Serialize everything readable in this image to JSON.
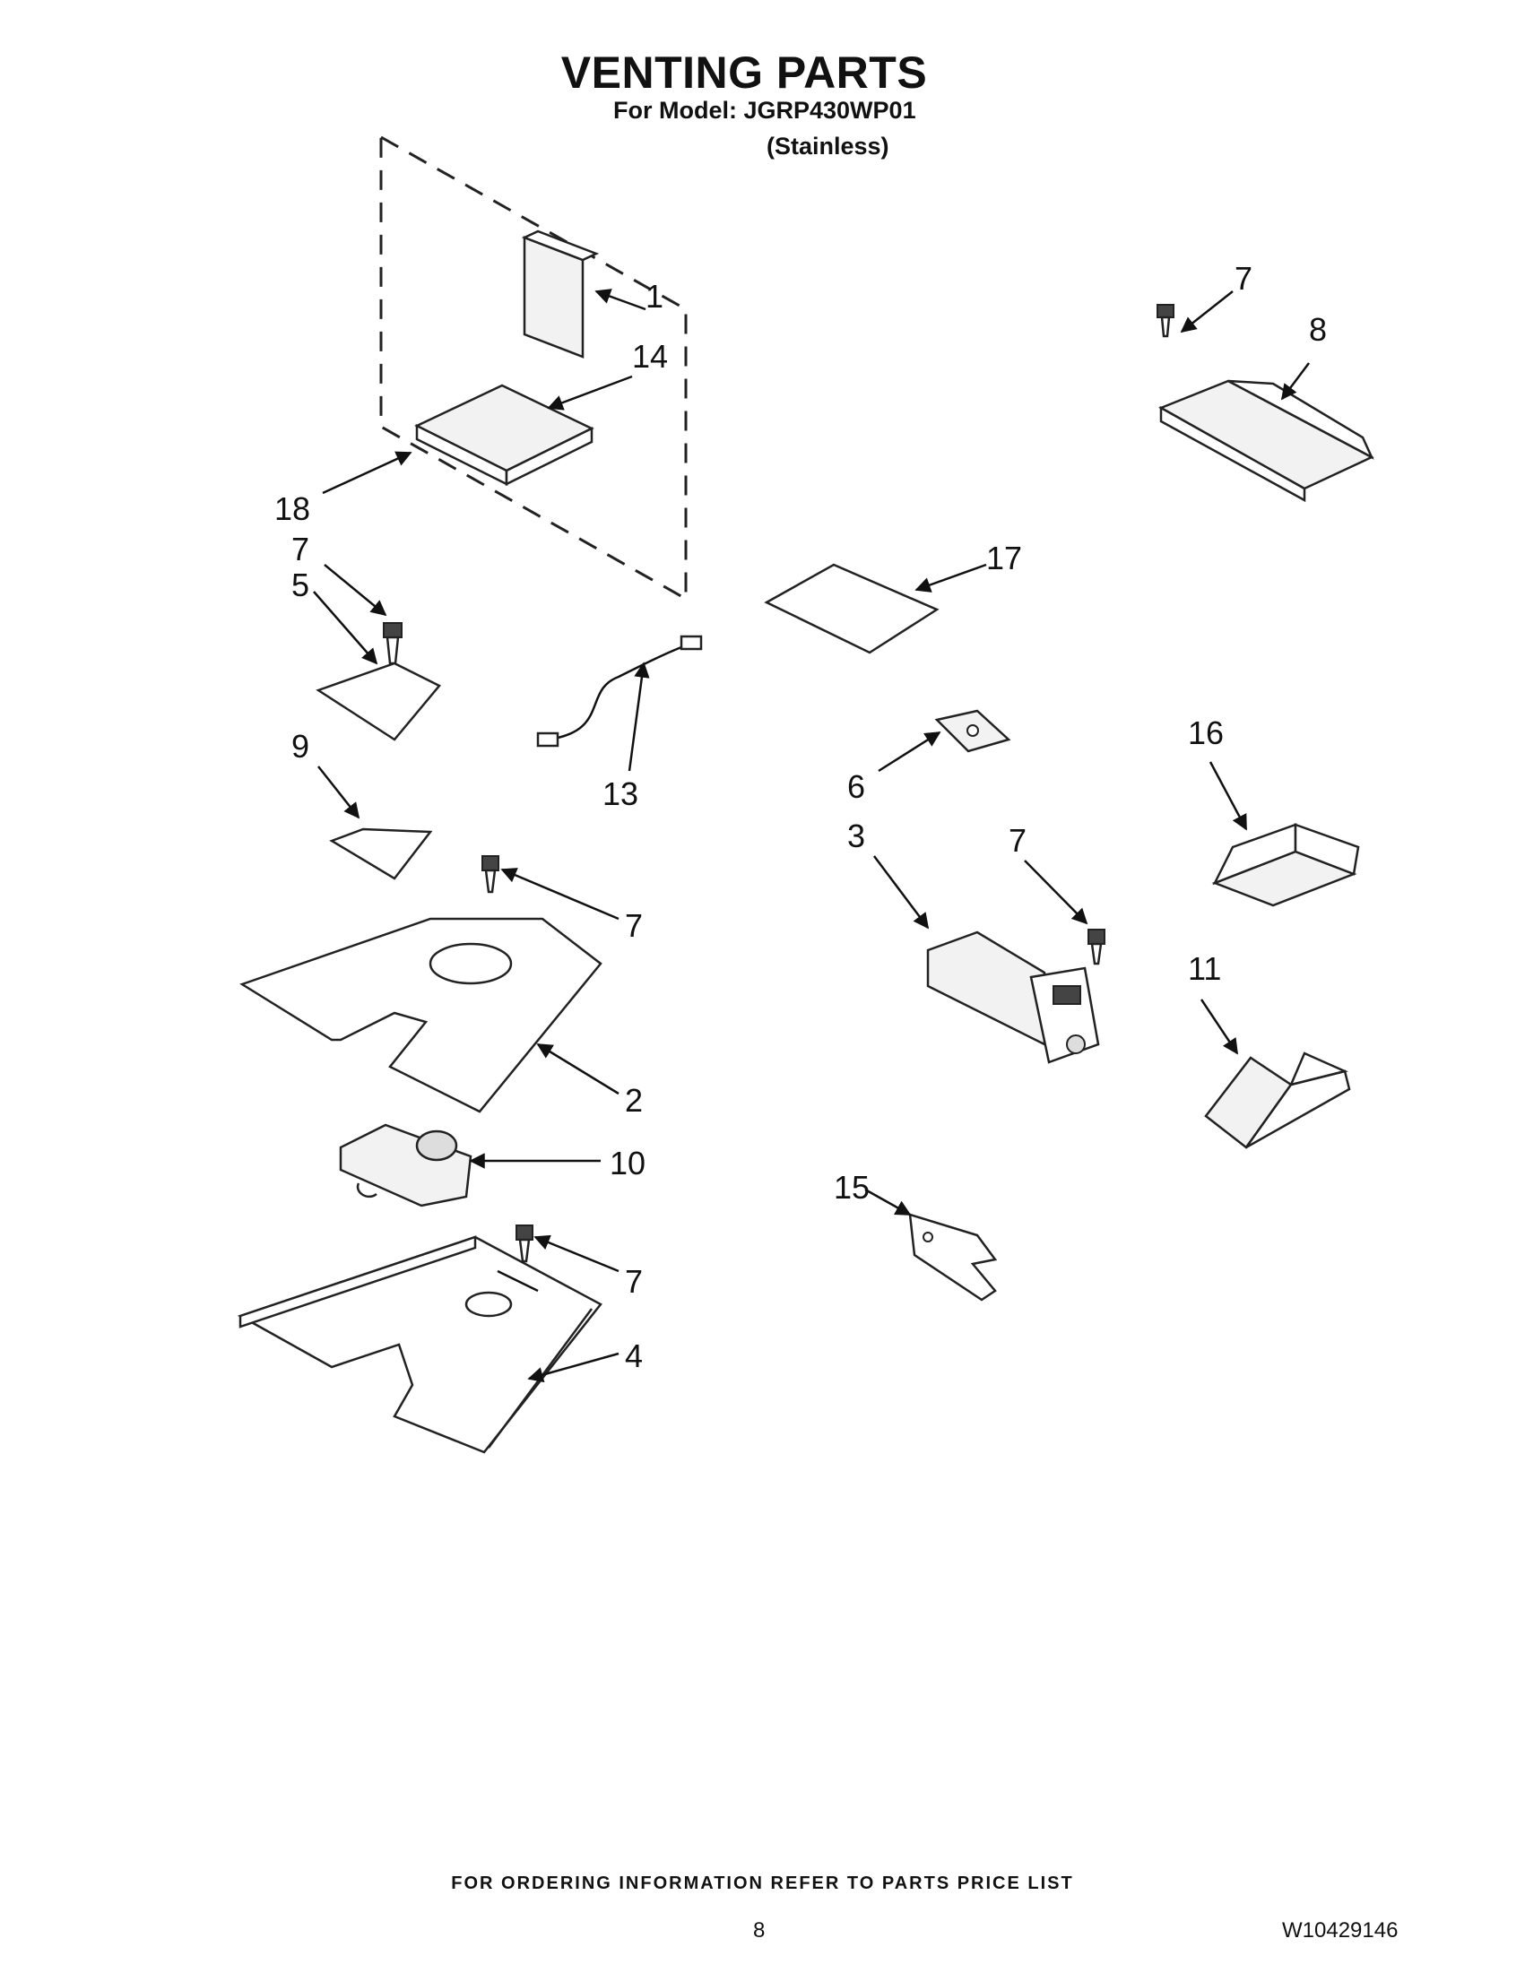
{
  "header": {
    "title": "VENTING PARTS",
    "model_line": "For Model: JGRP430WP01",
    "variant": "(Stainless)"
  },
  "callouts": {
    "c1": "1",
    "c14": "14",
    "c18": "18",
    "c7a": "7",
    "c8": "8",
    "c7b": "7",
    "c5": "5",
    "c17": "17",
    "c13": "13",
    "c9": "9",
    "c6": "6",
    "c16": "16",
    "c3": "3",
    "c7c": "7",
    "c7d": "7",
    "c2": "2",
    "c11": "11",
    "c10": "10",
    "c15": "15",
    "c7e": "7",
    "c4": "4"
  },
  "footer": {
    "ordering_note": "FOR ORDERING INFORMATION REFER TO PARTS PRICE LIST",
    "page_number": "8",
    "document_number": "W10429146"
  }
}
